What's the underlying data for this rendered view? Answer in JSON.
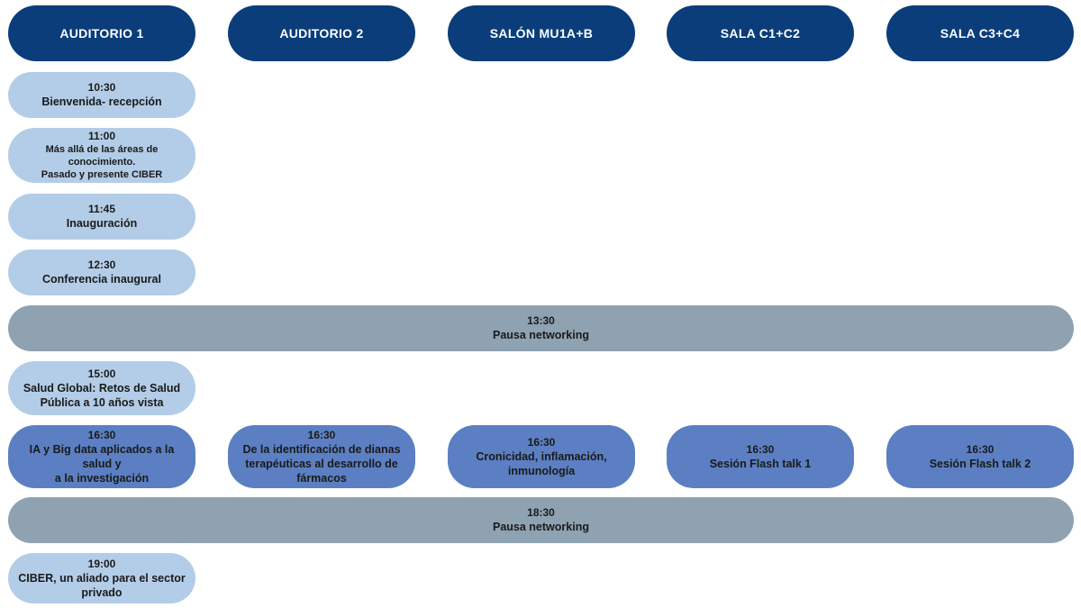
{
  "rooms": [
    "AUDITORIO 1",
    "AUDITORIO 2",
    "SALÓN MU1A+B",
    "SALA C1+C2",
    "SALA C3+C4"
  ],
  "sessions": {
    "s1030": {
      "time": "10:30",
      "title": "Bienvenida- recepción"
    },
    "s1100": {
      "time": "11:00",
      "title_l1": "Más allá de las áreas de conocimiento.",
      "title_l2": "Pasado y presente CIBER"
    },
    "s1145": {
      "time": "11:45",
      "title": "Inauguración"
    },
    "s1230": {
      "time": "12:30",
      "title": "Conferencia inaugural"
    },
    "s1330": {
      "time": "13:30",
      "title": "Pausa networking"
    },
    "s1500": {
      "time": "15:00",
      "title_l1": "Salud Global: Retos de Salud",
      "title_l2": "Pública a 10 años vista"
    },
    "s1630a": {
      "time": "16:30",
      "title_l1": "IA y Big data aplicados a la salud y",
      "title_l2": "a la investigación"
    },
    "s1630b": {
      "time": "16:30",
      "title_l1": "De la identificación de dianas",
      "title_l2": "terapéuticas al desarrollo de",
      "title_l3": "fármacos"
    },
    "s1630c": {
      "time": "16:30",
      "title_l1": "Cronicidad, inflamación,",
      "title_l2": "inmunología"
    },
    "s1630d": {
      "time": "16:30",
      "title": "Sesión Flash talk 1"
    },
    "s1630e": {
      "time": "16:30",
      "title": "Sesión Flash talk 2"
    },
    "s1830": {
      "time": "18:30",
      "title": "Pausa networking"
    },
    "s1900": {
      "time": "19:00",
      "title_l1": "CIBER, un aliado para el sector",
      "title_l2": "privado"
    }
  },
  "colors": {
    "header": "#0a3d7a",
    "light_session": "#b3cde8",
    "parallel_session": "#5b7fc2",
    "break": "#8fa2b1"
  }
}
